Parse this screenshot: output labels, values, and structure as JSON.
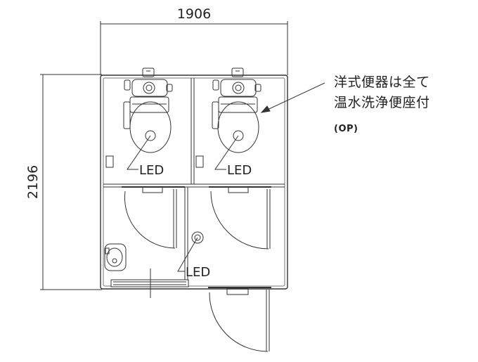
{
  "dimensions": {
    "width": "1906",
    "depth": "2196"
  },
  "labels": {
    "led_toilet_left": "LED",
    "led_toilet_right": "LED",
    "led_lobby": "LED"
  },
  "note": {
    "line1": "洋式便器は全て",
    "line2": "温水洗浄便座付",
    "option": "(OP)"
  },
  "colors": {
    "line": "#333333",
    "light_line": "#777777",
    "fixture_fill": "#f4f4f4"
  }
}
